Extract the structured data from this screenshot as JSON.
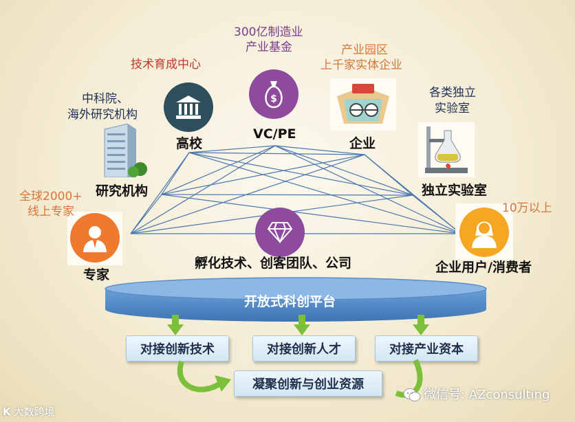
{
  "nodes": {
    "experts": {
      "label": "专家",
      "note_line1": "全球2000+",
      "note_line2": "线上专家"
    },
    "research": {
      "label": "研究机构",
      "note_line1": "中科院、",
      "note_line2": "海外研究机构"
    },
    "university": {
      "label": "高校",
      "note": "技术育成中心"
    },
    "vcpe": {
      "label": "VC/PE",
      "note_line1": "300亿制造业",
      "note_line2": "产业基金"
    },
    "enterprise": {
      "label": "企业",
      "note_line1": "产业园区",
      "note_line2": "上千家实体企业"
    },
    "lab": {
      "label": "独立实验室",
      "note_line1": "各类独立",
      "note_line2": "实验室"
    },
    "consumers": {
      "label": "企业用户/消费者",
      "note": "10万以上"
    },
    "incubation": {
      "label": "孵化技术、创客团队、公司"
    }
  },
  "platform": {
    "label": "开放式科创平台"
  },
  "actions": [
    "对接创新技术",
    "对接创新人才",
    "对接产业资本"
  ],
  "result": {
    "label": "凝聚创新与创业资源"
  },
  "watermarks": {
    "left": "大数跨境",
    "right": "微信号: AZconsulting"
  },
  "colors": {
    "purple": "#8e4a9c",
    "teal": "#2d4f5c",
    "orange": "#ef7a2e",
    "amber": "#f5a623",
    "network": "#4a77b0",
    "platform": "#4f86c6",
    "green": "#7cbf3a"
  },
  "icons": [
    "user-icon",
    "building-icon",
    "bank-icon",
    "money-bag-icon",
    "factory-icon",
    "flask-icon",
    "woman-icon",
    "diamond-icon",
    "wechat-icon"
  ]
}
